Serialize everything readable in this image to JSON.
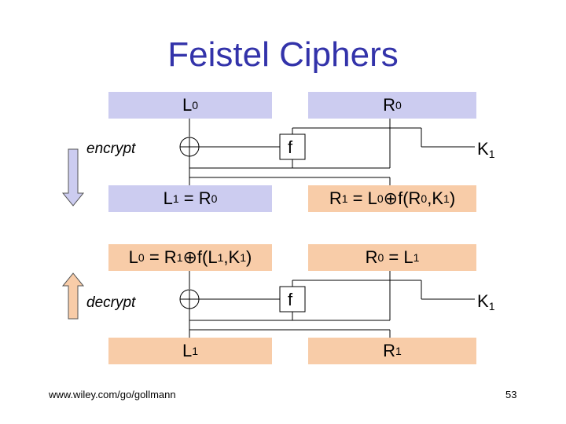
{
  "title": "Feistel Ciphers",
  "encrypt": {
    "label": "encrypt",
    "top_left": {
      "main": "L",
      "sub": "0"
    },
    "top_right": {
      "main": "R",
      "sub": "0"
    },
    "f": "f",
    "key": {
      "main": "K",
      "sub": "1"
    },
    "bottom_left": {
      "a": "L",
      "a_sub": "1",
      "eq": " = R",
      "b_sub": "0"
    },
    "bottom_right": {
      "a": "R",
      "a_sub": "1",
      "eq": " = L",
      "b_sub": "0",
      "rest": "f(R",
      "rest_sub": "0",
      "rest2": ",K",
      "rest2_sub": "1",
      "close": ")"
    }
  },
  "decrypt": {
    "label": "decrypt",
    "top_left": {
      "a": "L",
      "a_sub": "0",
      "eq": " = R",
      "b_sub": "1",
      "rest": "f(L",
      "rest_sub": "1",
      "rest2": ",K",
      "rest2_sub": "1",
      "close": ")"
    },
    "top_right": {
      "a": "R",
      "a_sub": "0",
      "eq": " = L",
      "b_sub": "1"
    },
    "f": "f",
    "key": {
      "main": "K",
      "sub": "1"
    },
    "bottom_left": {
      "main": "L",
      "sub": "1"
    },
    "bottom_right": {
      "main": "R",
      "sub": "1"
    }
  },
  "xor_symbol": "⊕",
  "footer": {
    "url": "www.wiley.com/go/gollmann",
    "page": "53"
  },
  "colors": {
    "title": "#3333aa",
    "encrypt_boxes": "#ccccf0",
    "decrypt_boxes": "#f8cca8",
    "arrow_down": "#ccccf0",
    "arrow_up": "#f8cca8"
  }
}
